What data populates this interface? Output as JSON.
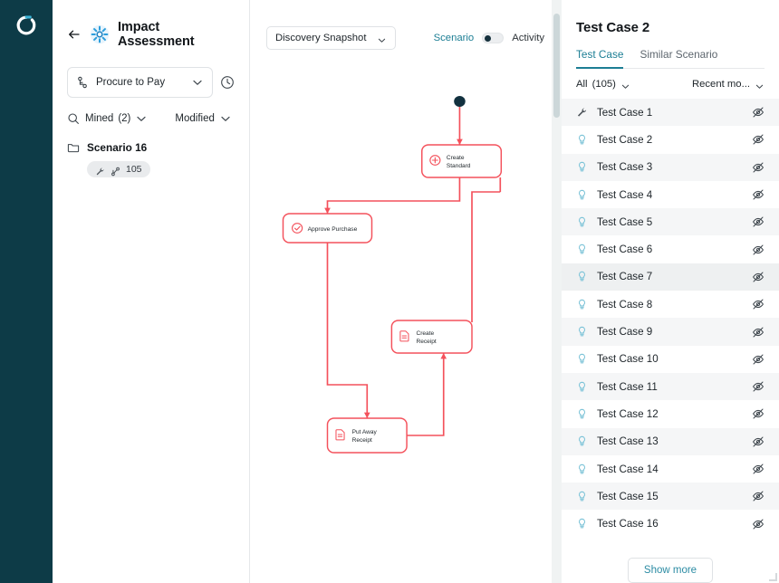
{
  "rail": {
    "logo_icon": "circular-loader-logo"
  },
  "left_panel": {
    "back_icon": "back-arrow-icon",
    "brand_icon": "impact-assessment-logo",
    "title": "Impact Assessment",
    "process_select": {
      "icon": "process-node-icon",
      "value": "Procure to Pay",
      "chevron_icon": "chevron-down-icon"
    },
    "history_icon": "clock-history-icon",
    "filters": {
      "search_icon": "search-icon",
      "mined_label": "Mined",
      "mined_count": "(2)",
      "mined_chevron": "chevron-down-icon",
      "modified_label": "Modified",
      "modified_chevron": "chevron-down-icon"
    },
    "tree": {
      "folder_icon": "folder-icon",
      "scenario_label": "Scenario 16",
      "badge": {
        "wrench_icon": "wrench-icon",
        "branch_icon": "branch-icon",
        "count": "105"
      }
    }
  },
  "canvas": {
    "snapshot_select": {
      "label": "Discovery Snapshot",
      "chevron_icon": "chevron-down-icon"
    },
    "view_toggle": {
      "left_label": "Scenario",
      "right_label": "Activity",
      "toggle_icon": "toggle-switch"
    },
    "accent_color": "#f4515b",
    "start_node_color": "#12313f",
    "nodes": [
      {
        "id": "create-standard",
        "label_lines": [
          "Create",
          "Standard"
        ],
        "icon": "plus-circle-icon"
      },
      {
        "id": "approve-purchase",
        "label_lines": [
          "Approve Purchase"
        ],
        "icon": "check-circle-icon"
      },
      {
        "id": "create-receipt",
        "label_lines": [
          "Create",
          "Receipt"
        ],
        "icon": "document-icon"
      },
      {
        "id": "put-away-receipt",
        "label_lines": [
          "Put Away",
          "Receipt"
        ],
        "icon": "document-icon"
      }
    ]
  },
  "right_panel": {
    "title": "Test Case 2",
    "tabs": [
      {
        "label": "Test Case",
        "active": true
      },
      {
        "label": "Similar Scenario",
        "active": false
      }
    ],
    "filters": {
      "all_label": "All",
      "all_count": "(105)",
      "all_chevron": "chevron-down-icon",
      "sort_label": "Recent mo...",
      "sort_chevron": "chevron-down-icon"
    },
    "eye_icon": "eye-off-icon",
    "rows": [
      {
        "label": "Test Case 1",
        "icon": "wrench-icon"
      },
      {
        "label": "Test Case 2",
        "icon": "test-case-icon"
      },
      {
        "label": "Test Case 3",
        "icon": "test-case-icon"
      },
      {
        "label": "Test Case 4",
        "icon": "test-case-icon"
      },
      {
        "label": "Test Case 5",
        "icon": "test-case-icon"
      },
      {
        "label": "Test Case 6",
        "icon": "test-case-icon"
      },
      {
        "label": "Test Case 7",
        "icon": "test-case-icon"
      },
      {
        "label": "Test Case 8",
        "icon": "test-case-icon"
      },
      {
        "label": "Test Case 9",
        "icon": "test-case-icon"
      },
      {
        "label": "Test Case 10",
        "icon": "test-case-icon"
      },
      {
        "label": "Test Case 11",
        "icon": "test-case-icon"
      },
      {
        "label": "Test Case 12",
        "icon": "test-case-icon"
      },
      {
        "label": "Test Case 13",
        "icon": "test-case-icon"
      },
      {
        "label": "Test Case 14",
        "icon": "test-case-icon"
      },
      {
        "label": "Test Case 15",
        "icon": "test-case-icon"
      },
      {
        "label": "Test Case 16",
        "icon": "test-case-icon"
      }
    ],
    "show_more_label": "Show more",
    "scrollbar": "vertical-scrollbar"
  }
}
